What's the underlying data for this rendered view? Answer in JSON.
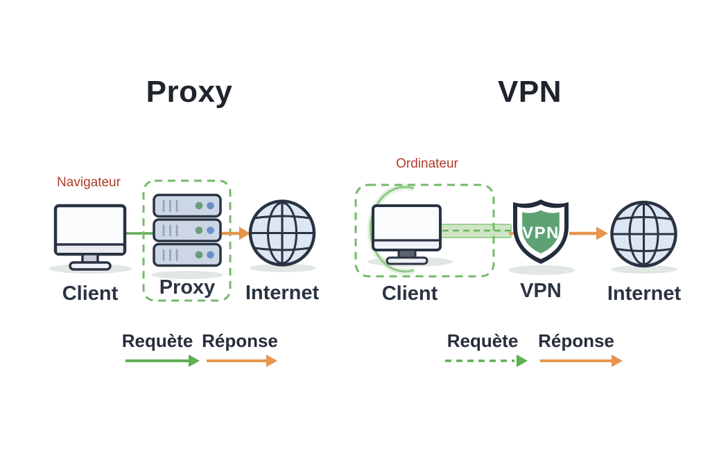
{
  "left_panel": {
    "title": "Proxy",
    "client_annotation": "Navigateur",
    "client_label": "Client",
    "node_label": "Proxy",
    "internet_label": "Internet",
    "legend": {
      "request_label": "Requète",
      "response_label": "Réponse"
    }
  },
  "right_panel": {
    "title": "VPN",
    "client_annotation": "Ordinateur",
    "client_label": "Client",
    "node_label": "VPN",
    "shield_text": "VPN",
    "internet_label": "Internet",
    "legend": {
      "request_label": "Requète",
      "response_label": "Réponse"
    }
  },
  "colors": {
    "request_green": "#5fae53",
    "dashed_green": "#73ba68",
    "response_orange": "#e5954e",
    "annotation_red": "#b03a27",
    "outline_navy": "#2a3343",
    "shield_green": "#5ea274",
    "globe_fill": "#dde7f3",
    "server_fill": "#ccd6e4",
    "tunnel_fill": "#cfe5c5"
  }
}
